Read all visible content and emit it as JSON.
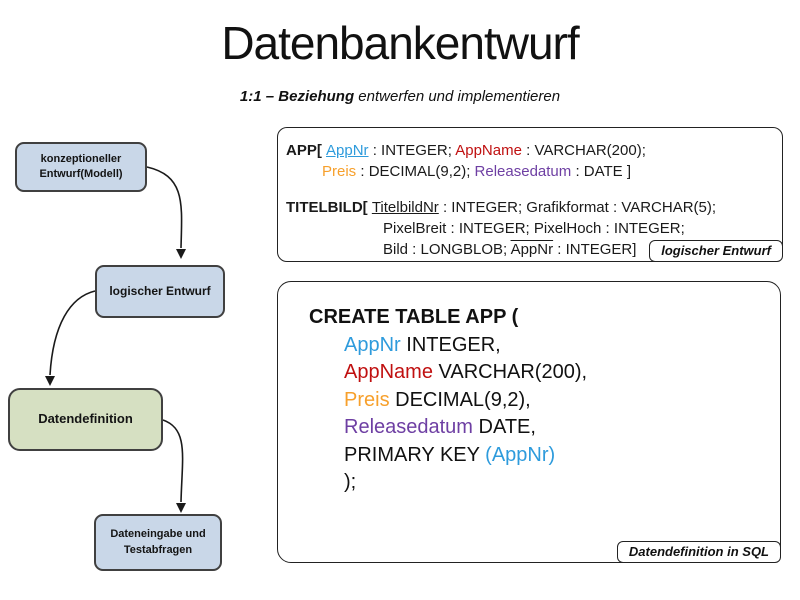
{
  "slide": {
    "title": "Datenbankentwurf",
    "subtitle_bold": "1:1 – Beziehung",
    "subtitle_rest": " entwerfen und implementieren"
  },
  "colors": {
    "blue": "#2E9BDC",
    "red": "#C01010",
    "orange": "#F7A02C",
    "purple": "#6E3FA3",
    "box_blue": "#C9D7E8",
    "box_green": "#D6E0C2"
  },
  "flowchart": {
    "boxes": [
      {
        "lines": [
          "konzeptioneller",
          "Entwurf(Modell)"
        ]
      },
      {
        "lines": [
          "logischer Entwurf"
        ]
      },
      {
        "lines": [
          "Datendefinition"
        ]
      },
      {
        "lines": [
          "Dateneingabe und",
          "Testabfragen"
        ]
      }
    ]
  },
  "schema_box": {
    "app": {
      "head": "APP[ ",
      "pk": "AppNr",
      "seg1": " : INTEGER; ",
      "col_name": "AppName",
      "seg2": " : VARCHAR(200);",
      "col_preis": "Preis",
      "seg3": " : DECIMAL(9,2); ",
      "col_release": "Releasedatum",
      "seg4": " : DATE ]"
    },
    "titelbild": {
      "head": "TITELBILD[ ",
      "pk": "TitelbildNr",
      "seg1": " : INTEGER; Grafikformat : VARCHAR(5);",
      "line2": "PixelBreit : INTEGER; PixelHoch : INTEGER;",
      "line3_pre": "Bild : LONGBLOB; ",
      "fk": "AppNr",
      "line3_post": " : INTEGER]"
    },
    "label": "logischer Entwurf"
  },
  "sql_box": {
    "line1": "CREATE TABLE APP (",
    "col1": "AppNr",
    "rest1": " INTEGER,",
    "col2": "AppName",
    "rest2": " VARCHAR(200),",
    "col3": "Preis",
    "rest3": " DECIMAL(9,2),",
    "col4": "Releasedatum",
    "rest4": " DATE,",
    "line6_pre": "PRIMARY KEY ",
    "line6_col": "(AppNr)",
    "line7": ");",
    "label": "Datendefinition in SQL"
  }
}
